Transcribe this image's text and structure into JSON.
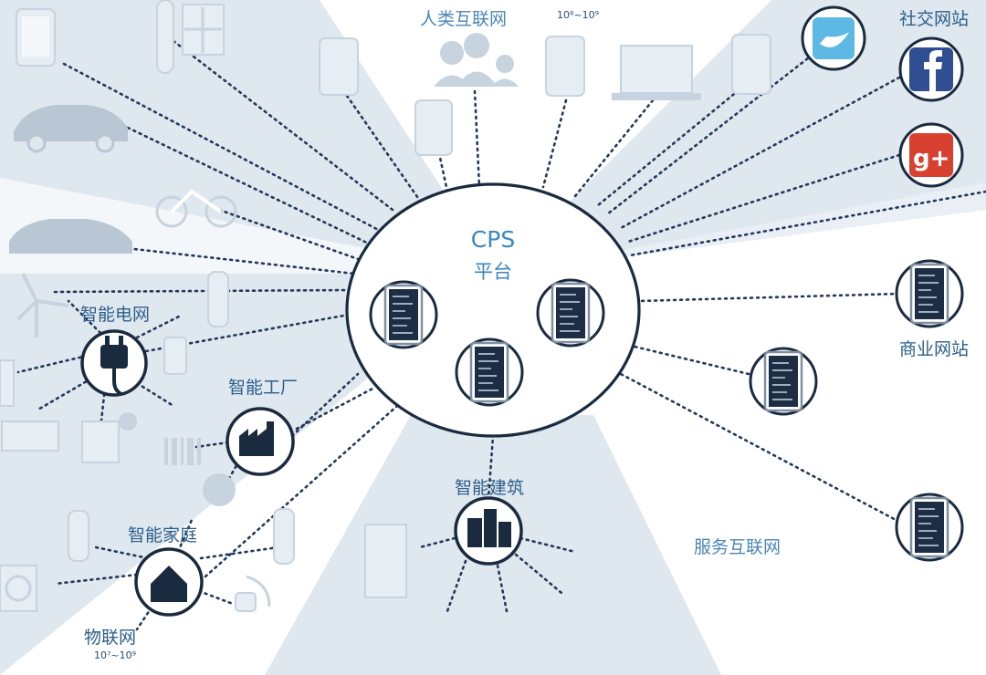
{
  "diagram": {
    "center": {
      "title_line1": "CPS",
      "title_line2": "平台"
    },
    "labels": {
      "human_internet": "人类互联网",
      "human_internet_scale": "10⁸~10⁹",
      "social_sites": "社交网站",
      "commercial_sites": "商业网站",
      "service_internet": "服务互联网",
      "smart_grid": "智能电网",
      "smart_factory": "智能工厂",
      "smart_building": "智能建筑",
      "smart_home": "智能家庭",
      "iot": "物联网",
      "iot_scale": "10⁷~10⁹"
    },
    "icons": {
      "social": [
        "twitter-icon",
        "facebook-icon",
        "google-plus-icon"
      ],
      "hubs": [
        "plug-icon",
        "factory-icon",
        "building-icon",
        "house-icon"
      ]
    },
    "colors": {
      "label_blue": "#4a86b6",
      "outline_dark": "#1a2b40",
      "sector_light": "#dfe7ef",
      "twitter": "#5db8e3",
      "facebook": "#2f4f92",
      "google_plus": "#d8402f"
    }
  }
}
